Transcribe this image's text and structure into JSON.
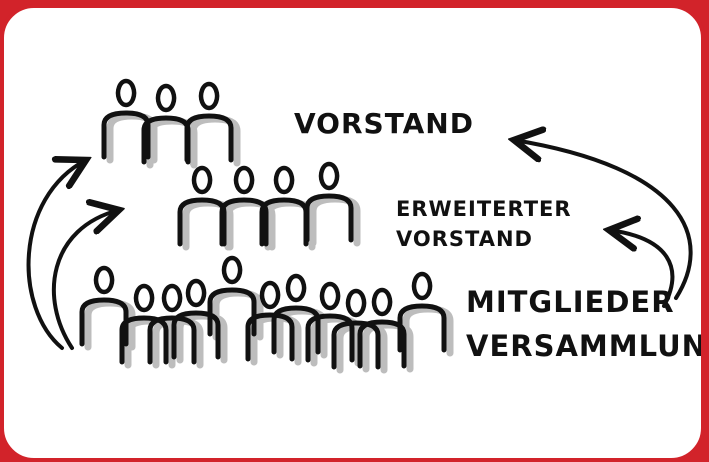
{
  "labels": {
    "board": "VORSTAND",
    "extended_board_line1": "ERWEITERTER",
    "extended_board_line2": "VORSTAND",
    "assembly_line1": "MITGLIEDER",
    "assembly_line2": "VERSAMMLUNG"
  },
  "colors": {
    "frame": "#d2232a",
    "ink": "#111111",
    "shadow": "#bdbdbd",
    "background": "#ffffff"
  }
}
